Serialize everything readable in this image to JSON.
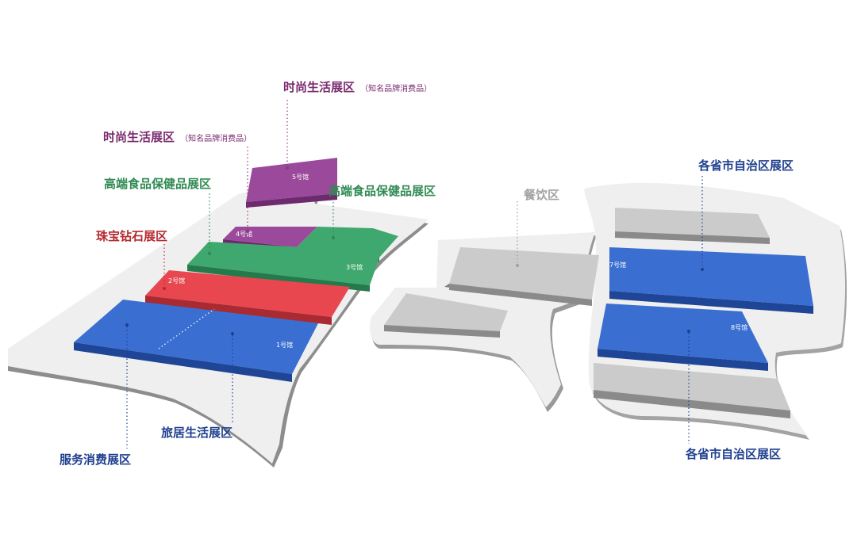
{
  "colors": {
    "purple": "#8f3d8f",
    "purple_label": "#7a2a6e",
    "green": "#3aa56b",
    "green_label": "#2f8a52",
    "red": "#e3464f",
    "red_label": "#b52a30",
    "blue": "#3a6fd1",
    "blue_label": "#1f3f8f",
    "gray_block": "#c8c8c8",
    "gray_label": "#9a9a9a",
    "platform": "#efefef"
  },
  "halls": {
    "hall5": "5号馆",
    "hall4": "4号馆",
    "hall3": "3号馆",
    "hall2": "2号馆",
    "hall1": "1号馆",
    "hall7": "7号馆",
    "hall8": "8号馆"
  },
  "zones": {
    "fashion_top": {
      "title": "时尚生活展区",
      "sub": "（知名品牌消费品）"
    },
    "fashion_mid": {
      "title": "时尚生活展区",
      "sub": "（知名品牌消费品）"
    },
    "food_left": "高端食品保健品展区",
    "food_right": "高端食品保健品展区",
    "jewelry": "珠宝钻石展区",
    "dining": "餐饮区",
    "province_top": "各省市自治区展区",
    "province_bottom": "各省市自治区展区",
    "travel": "旅居生活展区",
    "service": "服务消费展区"
  }
}
